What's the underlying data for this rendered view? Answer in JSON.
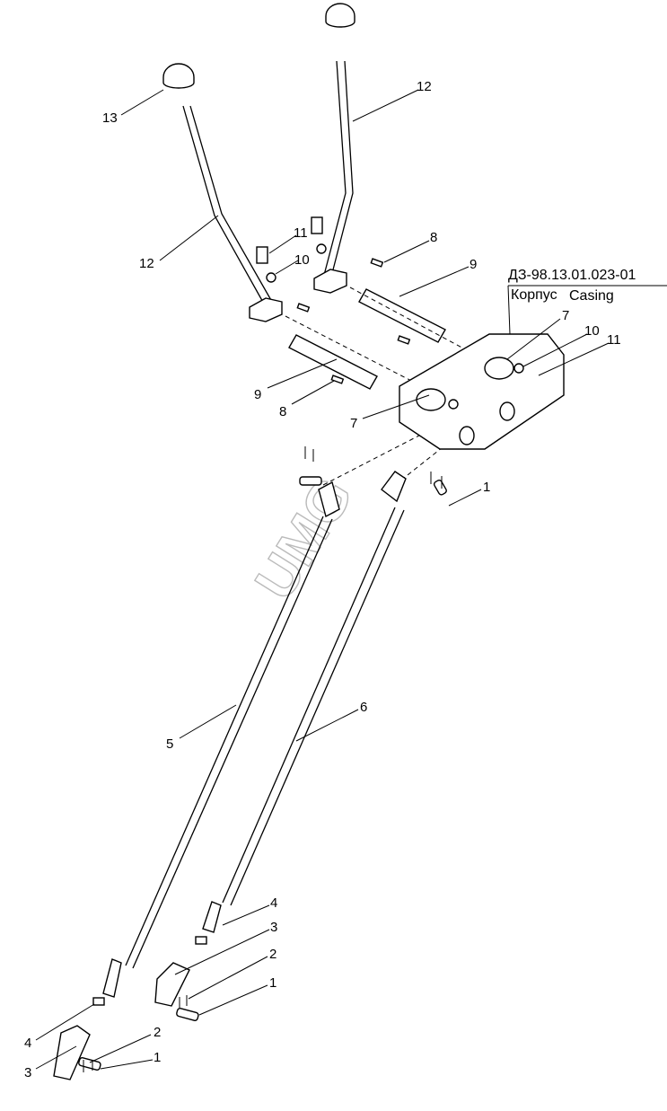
{
  "title_block": {
    "drawing_number": "ДЗ-98.13.01.023-01",
    "name_ru": "Корпус",
    "name_en": "Casing"
  },
  "watermark": "UMG",
  "callouts": [
    "13",
    "12",
    "12",
    "11",
    "10",
    "8",
    "9",
    "7",
    "10",
    "11",
    "9",
    "8",
    "7",
    "1",
    "5",
    "6",
    "4",
    "3",
    "2",
    "1",
    "4",
    "3",
    "2",
    "1"
  ]
}
